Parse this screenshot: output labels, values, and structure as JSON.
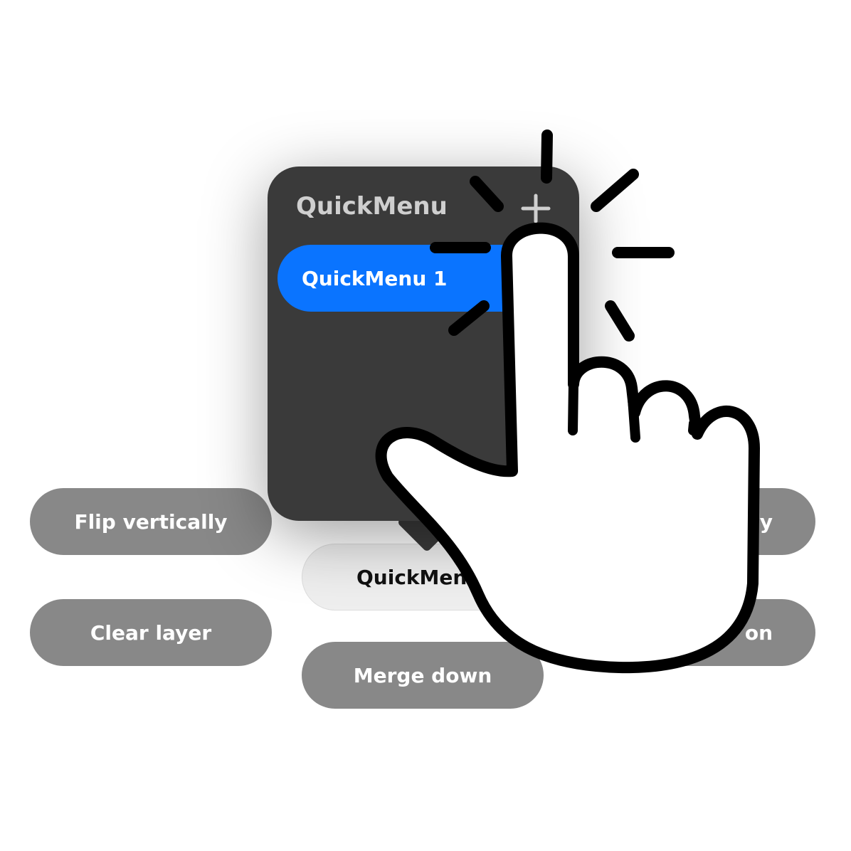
{
  "quickmenu_panel": {
    "title": "QuickMenu",
    "add_icon": "plus-icon",
    "items": [
      {
        "label": "QuickMenu 1",
        "selected": true
      }
    ],
    "accent_color": "#0a74ff"
  },
  "buttons": {
    "flip_vertically": "Flip vertically",
    "clear_layer": "Clear layer",
    "merge_down": "Merge down",
    "quickmenu_toggle": "QuickMenu",
    "right_top_partial": "ly",
    "right_bottom_partial": "on"
  },
  "overlay": {
    "gesture_icon": "tap-gesture-hand-icon"
  }
}
